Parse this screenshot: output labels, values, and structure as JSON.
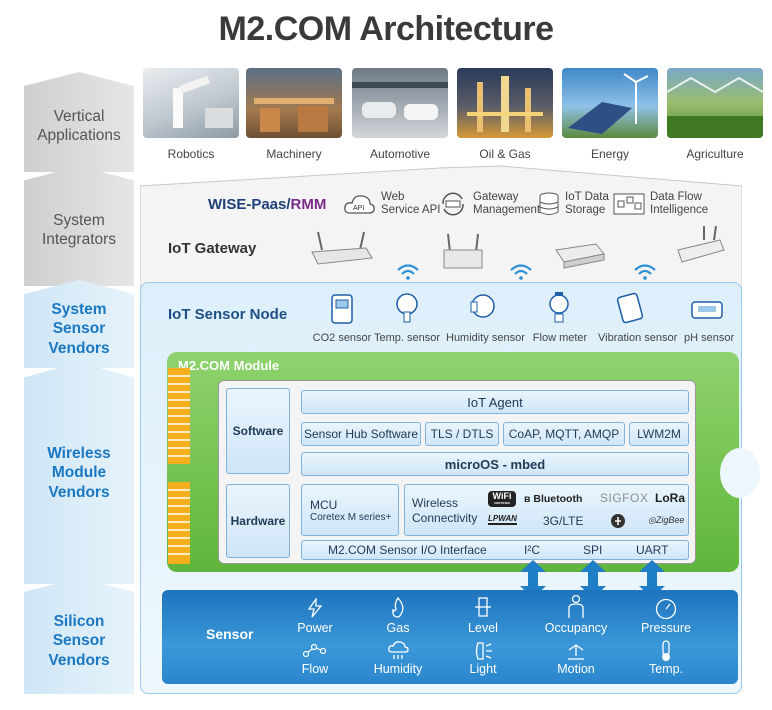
{
  "title": "M2.COM Architecture",
  "layers": {
    "vertical": "Vertical\nApplications",
    "integrators": "System\nIntegrators",
    "sensor_vendors": "System\nSensor\nVendors",
    "wireless_vendors": "Wireless\nModule\nVendors",
    "silicon_vendors": "Silicon\nSensor\nVendors"
  },
  "applications": [
    "Robotics",
    "Machinery",
    "Automotive",
    "Oil & Gas",
    "Energy",
    "Agriculture"
  ],
  "integrator": {
    "wise": "WISE-Paas/",
    "rmm": "RMM",
    "web_api_line1": "Web",
    "web_api_line2": "Service API",
    "api_badge": "API",
    "gw_mgmt_line1": "Gateway",
    "gw_mgmt_line2": "Management",
    "iot_storage_line1": "IoT Data",
    "iot_storage_line2": "Storage",
    "dataflow_line1": "Data Flow",
    "dataflow_line2": "Intelligence",
    "gateway_label": "IoT Gateway"
  },
  "sensor_node": {
    "label": "IoT Sensor Node",
    "sensors": [
      "CO2 sensor",
      "Temp. sensor",
      "Humidity sensor",
      "Flow meter",
      "Vibration sensor",
      "pH sensor"
    ]
  },
  "module": {
    "label": "M2.COM Module",
    "software_label": "Software",
    "hardware_label": "Hardware",
    "iot_agent": "IoT Agent",
    "sensor_hub": "Sensor Hub Software",
    "tls": "TLS / DTLS",
    "coap": "CoAP, MQTT, AMQP",
    "lwm2m": "LWM2M",
    "microos": "microOS - mbed",
    "mcu_line1": "MCU",
    "mcu_line2": "Coretex M series+",
    "wireless_line1": "Wireless",
    "wireless_line2": "Connectivity",
    "wifi": "WiFi",
    "wifi_sub": "CERTIFIED",
    "bluetooth": "Bluetooth",
    "sigfox": "SIGFOX",
    "lora": "LoRa",
    "lpwan": "LPWAN",
    "cellular": "3G/LTE",
    "zigbee": "ZigBee",
    "io_interface": "M2.COM Sensor I/O Interface",
    "i2c": "I²C",
    "spi": "SPI",
    "uart": "UART"
  },
  "sensor_bar": {
    "label": "Sensor",
    "types": [
      "Power",
      "Gas",
      "Level",
      "Occupancy",
      "Pressure",
      "Flow",
      "Humidity",
      "Light",
      "Motion",
      "Temp."
    ]
  }
}
